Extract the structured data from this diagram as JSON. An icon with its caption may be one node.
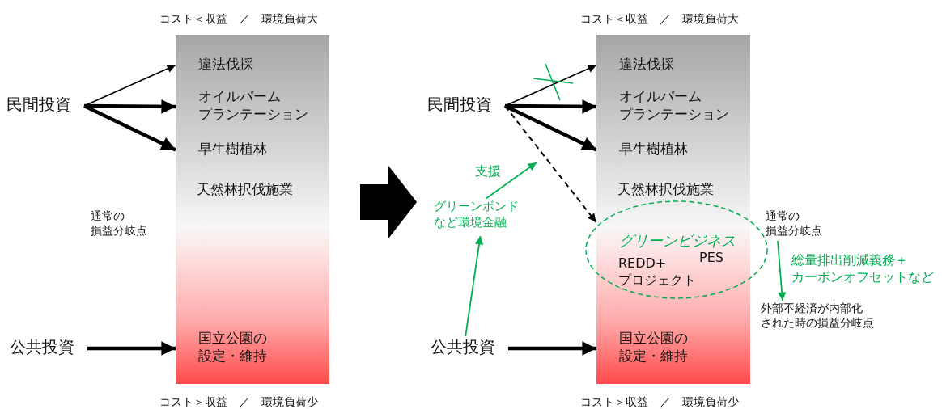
{
  "diagram": {
    "nodes": [
      {
        "text": [],
        "shape": "bar"
      },
      {
        "text": [
          "民間投資"
        ]
      },
      {
        "text": [
          "違法伐採"
        ],
        "in": 0
      },
      {
        "text": [
          "オイルパームプランテーション"
        ],
        "in": 0
      },
      {
        "text": [
          "早生樹植林"
        ],
        "in": 0
      },
      {
        "text": [
          "天然林択伐施業"
        ],
        "in": 0
      },
      {
        "text": [
          "国立公園の設定・維持"
        ],
        "in": 0
      },
      {
        "text": [
          "公共投資"
        ]
      },
      {
        "text": [],
        "shape": "bar"
      },
      {
        "text": [
          "民間投資"
        ]
      },
      {
        "text": [
          "違法伐採"
        ],
        "in": 8
      },
      {
        "text": [
          "オイルパームプランテーション"
        ],
        "in": 8
      },
      {
        "text": [
          "早生樹植林"
        ],
        "in": 8
      },
      {
        "text": [
          "天然林択伐施業"
        ],
        "in": 8
      },
      {
        "text": [
          "グリーンビジネス"
        ]
      },
      {
        "text": [
          "REDD+プロジェクト"
        ],
        "in": 14
      },
      {
        "text": [
          "PES"
        ],
        "in": 14
      },
      {
        "text": [
          "国立公園の設定・維持"
        ],
        "in": 8
      },
      {
        "text": [
          "公共投資"
        ]
      },
      {
        "text": [
          "グリーンボンドなど環境金融"
        ]
      },
      {
        "text": [
          "通常の損益分岐点"
        ]
      },
      {
        "text": [
          "外部不経済が内部化された時の損益分岐点"
        ]
      }
    ],
    "edges": [
      {
        "from": 1,
        "to": 2,
        "arrow": "to"
      },
      {
        "from": 1,
        "to": 3,
        "arrow": "to",
        "style": "thick"
      },
      {
        "from": 1,
        "to": 4,
        "arrow": "to",
        "style": "thick"
      },
      {
        "from": 7,
        "to": 6,
        "arrow": "to",
        "style": "thick"
      },
      {
        "from": 9,
        "to": 10,
        "arrow": "to"
      },
      {
        "from": 9,
        "to": 11,
        "arrow": "to",
        "style": "thick"
      },
      {
        "from": 9,
        "to": 12,
        "arrow": "to",
        "style": "thick"
      },
      {
        "from": 9,
        "to": 14,
        "arrow": "to",
        "style": "dashed"
      },
      {
        "from": 18,
        "to": 17,
        "arrow": "to",
        "style": "thick"
      },
      {
        "from": 18,
        "to": 19,
        "arrow": "to",
        "color": "#00b050"
      },
      {
        "from": 19,
        "to": null,
        "arrow": "to",
        "label": "支援",
        "color": "#00b050"
      },
      {
        "from": 20,
        "to": 21,
        "arrow": "to",
        "label": "総量排出削減義務＋カーボンオフセットなど",
        "color": "#00b050"
      }
    ],
    "labels": [
      "コスト＜収益　／　環境負荷大",
      "コスト＜収益　／　環境負荷大",
      "通常の損益分岐点",
      "コスト＞収益　／　環境負荷少",
      "コスト＞収益　／　環境負荷少"
    ]
  }
}
